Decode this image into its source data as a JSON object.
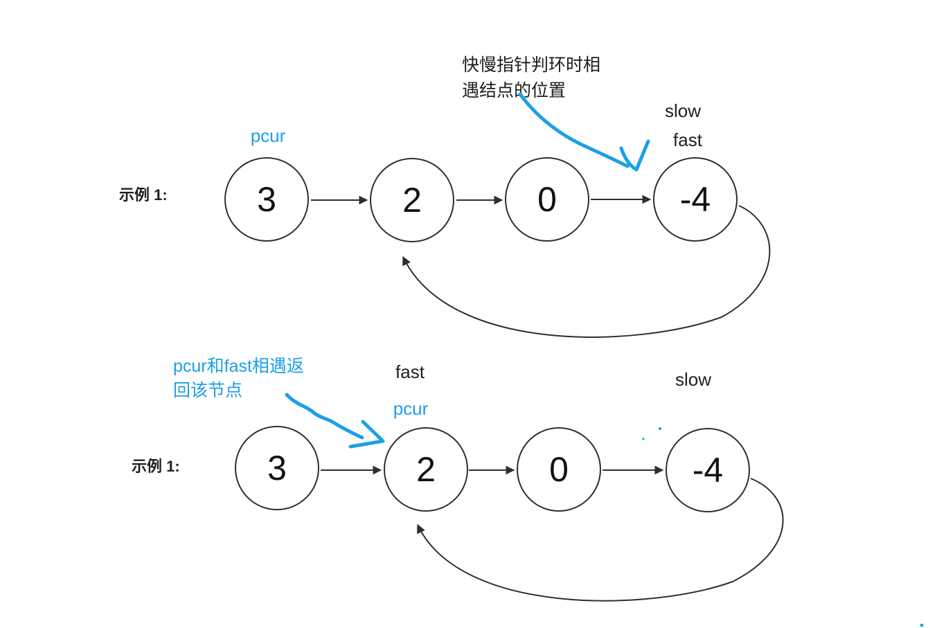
{
  "colors": {
    "accent_blue": "#1B9FE8",
    "ink": "#1F1F1F",
    "node_border": "#2E2E2E",
    "background": "#FFFFFF"
  },
  "diagrams": [
    {
      "example_label": "示例 1:",
      "annotation": {
        "line1": "快慢指针判环时相",
        "line2": "遇结点的位置"
      },
      "pointer_labels": {
        "pcur": "pcur",
        "slow": "slow",
        "fast": "fast"
      },
      "nodes": [
        {
          "value": "3"
        },
        {
          "value": "2"
        },
        {
          "value": "0"
        },
        {
          "value": "-4"
        }
      ],
      "cycle": {
        "from": "-4",
        "to": "2"
      }
    },
    {
      "example_label": "示例 1:",
      "annotation": {
        "line1": "pcur和fast相遇返",
        "line2": "回该节点"
      },
      "pointer_labels": {
        "fast": "fast",
        "pcur": "pcur",
        "slow": "slow"
      },
      "nodes": [
        {
          "value": "3"
        },
        {
          "value": "2"
        },
        {
          "value": "0"
        },
        {
          "value": "-4"
        }
      ],
      "cycle": {
        "from": "-4",
        "to": "2"
      }
    }
  ]
}
